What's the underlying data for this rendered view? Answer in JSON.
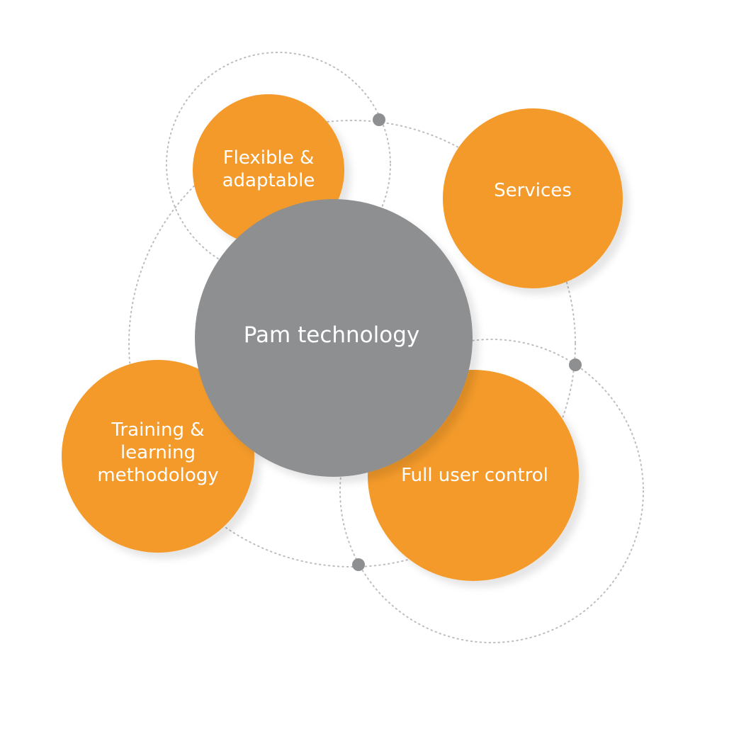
{
  "colors": {
    "accent": "#f39a2b",
    "center": "#8e8f91",
    "connector": "#8e8f91",
    "ring": "#bdbdbd",
    "label": "#ffffff"
  },
  "diagram": {
    "center": {
      "label": "Pam technology"
    },
    "nodes": [
      {
        "id": "flexible",
        "label": "Flexible &\nadaptable"
      },
      {
        "id": "services",
        "label": "Services"
      },
      {
        "id": "training",
        "label": "Training &\nlearning\nmethodology"
      },
      {
        "id": "user-control",
        "label": "Full user control"
      }
    ]
  }
}
